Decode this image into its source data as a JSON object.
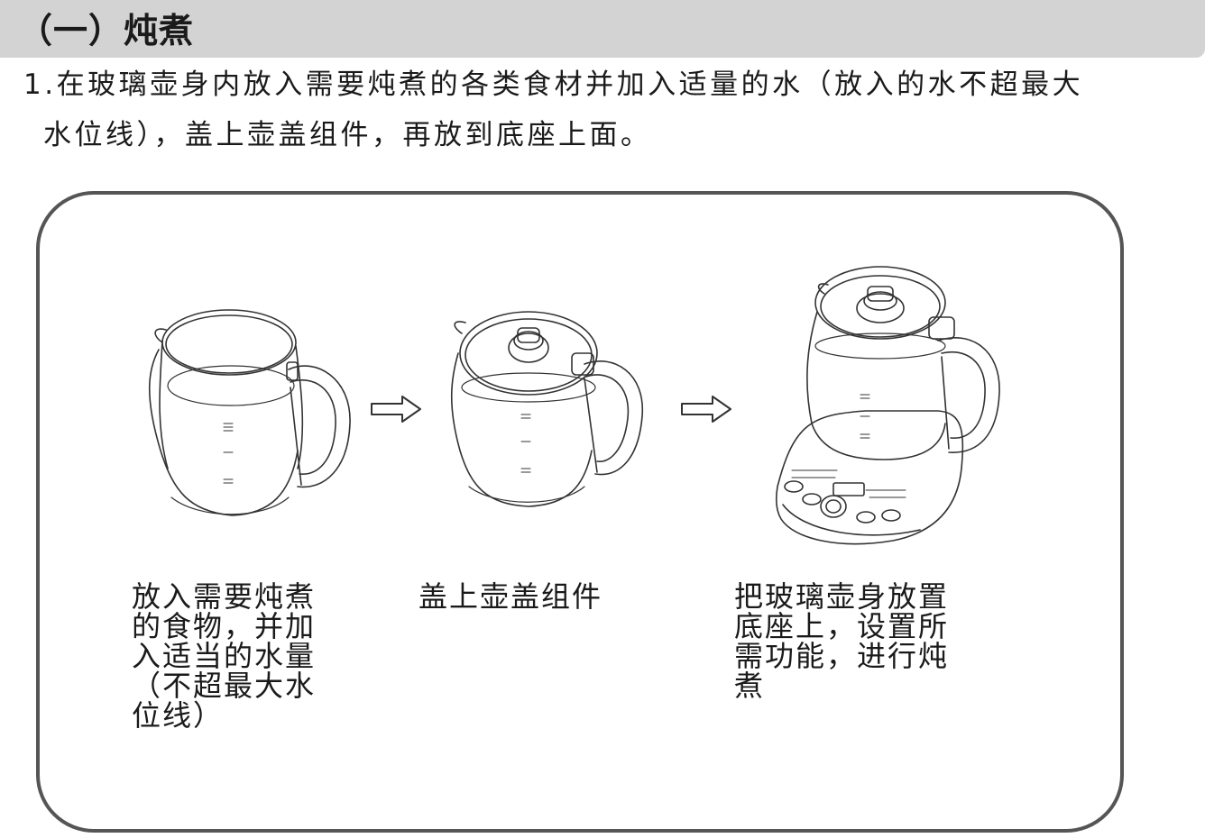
{
  "section": {
    "title": "（一）炖煮"
  },
  "instruction": {
    "line1": "1.在玻璃壶身内放入需要炖煮的各类食材并加入适量的水（放入的水不超最大",
    "line2": "水位线），盖上壶盖组件，再放到底座上面。"
  },
  "steps": [
    {
      "caption": "放入需要炖煮\n的食物，并加\n入适当的水量\n（不超最大水\n位线）"
    },
    {
      "caption": "盖上壶盖组件"
    },
    {
      "caption": "把玻璃壶身放置\n底座上，设置所\n需功能，进行炖\n煮"
    }
  ],
  "illustrations": {
    "step1": "glass-pot-open-icon",
    "step2": "glass-pot-with-lid-icon",
    "step3": "kettle-on-base-icon",
    "arrows": "outline-right-arrow-icon"
  },
  "colors": {
    "header_bar": "#d3d3d3",
    "line": "#333333",
    "panel_border": "#555555"
  }
}
